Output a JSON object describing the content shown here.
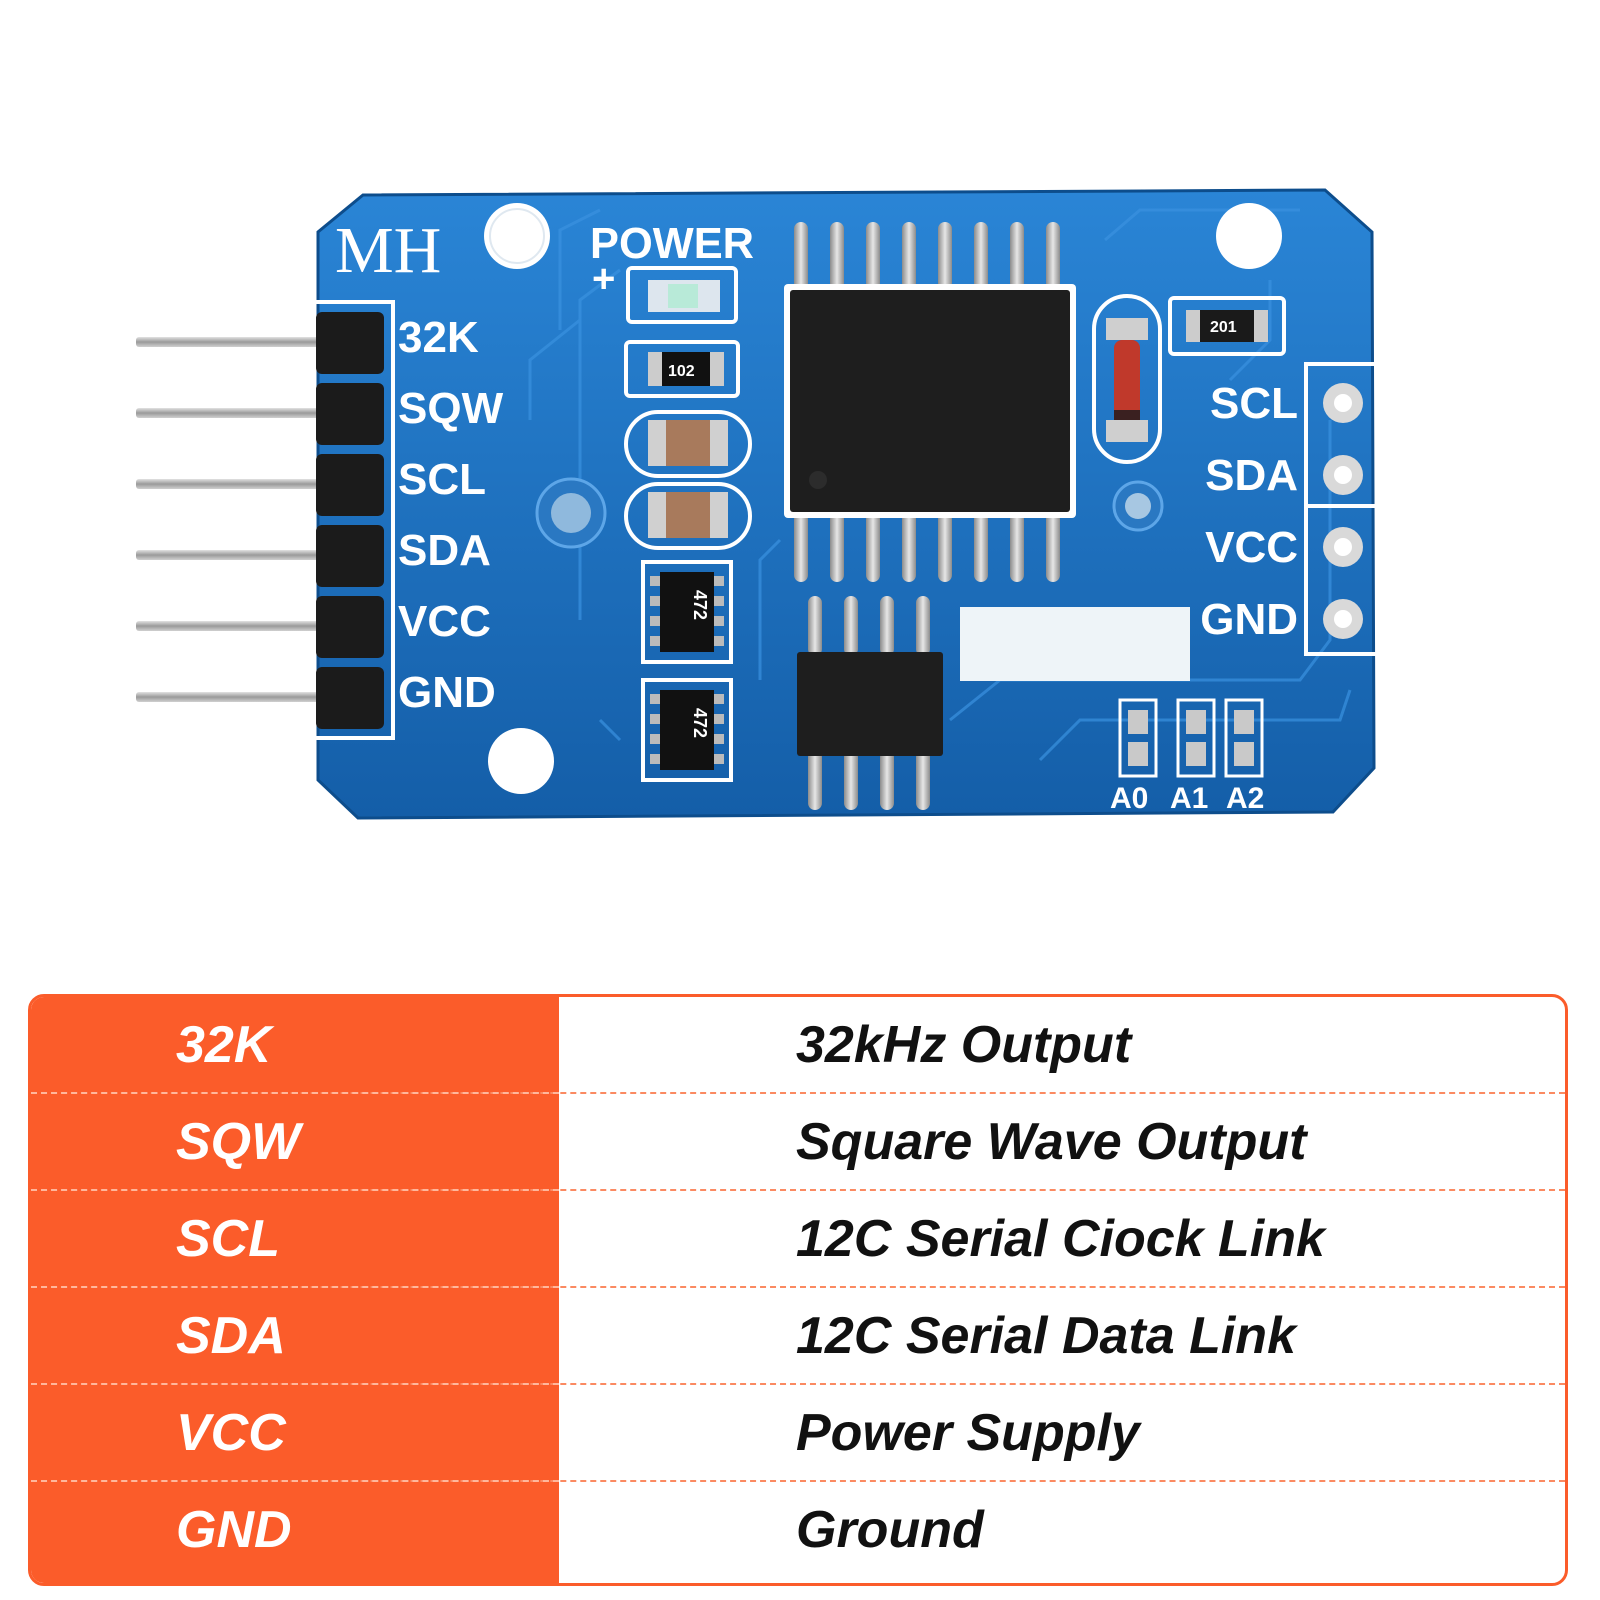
{
  "board": {
    "brand": "MH",
    "power_label": "POWER",
    "plus_sign": "+",
    "left_header_pins": [
      "32K",
      "SQW",
      "SCL",
      "SDA",
      "VCC",
      "GND"
    ],
    "right_header_pins": [
      "SCL",
      "SDA",
      "VCC",
      "GND"
    ],
    "address_jumpers": [
      "A0",
      "A1",
      "A2"
    ],
    "resistor_codes": [
      "102",
      "201"
    ],
    "resistor_network_code": "472",
    "colors": {
      "pcb": "#1a6fbf",
      "silkscreen": "#ffffff",
      "chip": "#1c1c1c",
      "pins": "#b8b8b8"
    }
  },
  "pin_table": {
    "accent_color": "#fb5c2a",
    "rows": [
      {
        "pin": "32K",
        "description": "32kHz Output"
      },
      {
        "pin": "SQW",
        "description": "Square Wave Output"
      },
      {
        "pin": "SCL",
        "description": "12C Serial Ciock Link"
      },
      {
        "pin": "SDA",
        "description": "12C Serial Data Link"
      },
      {
        "pin": "VCC",
        "description": "Power Supply"
      },
      {
        "pin": "GND",
        "description": "Ground"
      }
    ]
  }
}
